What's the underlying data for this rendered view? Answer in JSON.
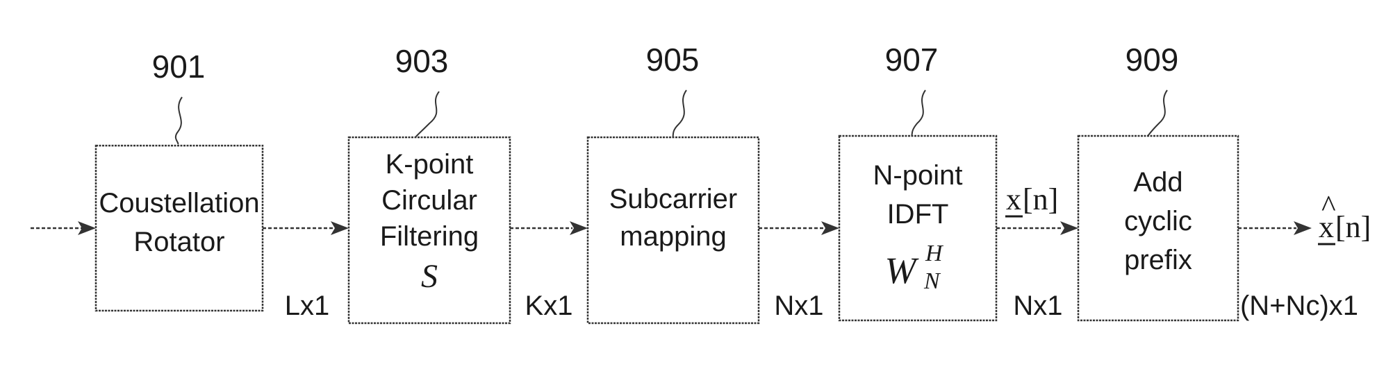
{
  "blocks": [
    {
      "ref": "901",
      "lines": [
        "Coustellation",
        "Rotator"
      ],
      "symbol": ""
    },
    {
      "ref": "903",
      "lines": [
        "K-point",
        "Circular",
        "Filtering"
      ],
      "symbol": "S"
    },
    {
      "ref": "905",
      "lines": [
        "Subcarrier",
        "mapping"
      ],
      "symbol": ""
    },
    {
      "ref": "907",
      "lines": [
        "N-point",
        "IDFT"
      ],
      "symbol": "W",
      "symbol_sup": "H",
      "symbol_sub": "N"
    },
    {
      "ref": "909",
      "lines": [
        "Add",
        "cyclic",
        "prefix"
      ],
      "symbol": ""
    }
  ],
  "dimensions": [
    "Lx1",
    "Kx1",
    "Nx1",
    "Nx1",
    "(N+Nc)x1"
  ],
  "signals": {
    "pre_cp": {
      "base": "x",
      "arg": "[n]"
    },
    "output": {
      "base": "x",
      "accent": "^",
      "arg": "[n]"
    }
  }
}
